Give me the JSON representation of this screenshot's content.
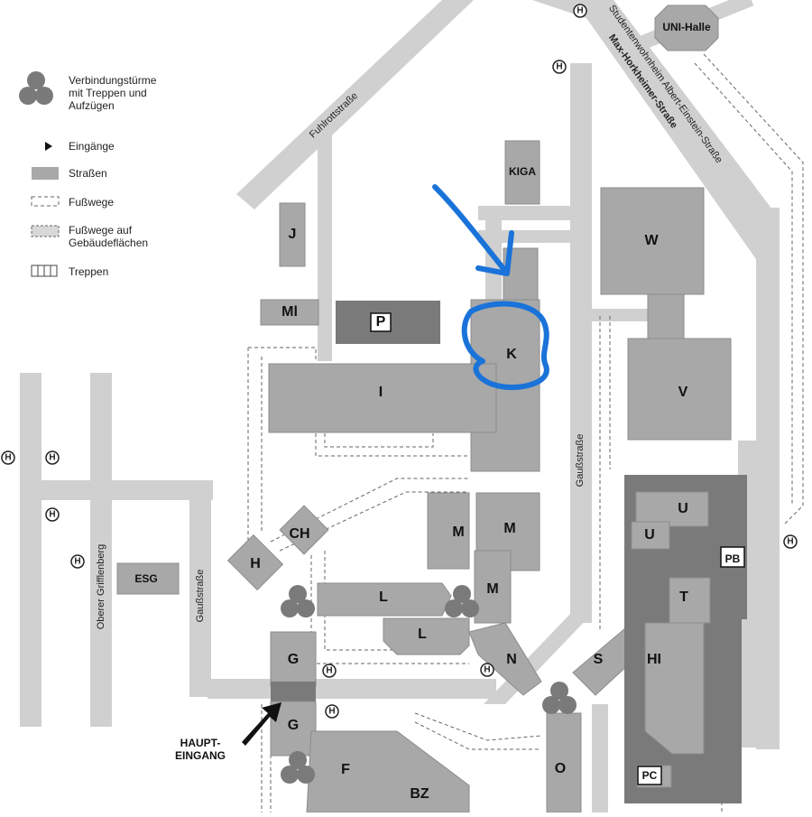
{
  "legend": {
    "towers": "Verbindungstürme mit Treppen und Aufzügen",
    "entrances": "Eingänge",
    "streets": "Straßen",
    "footpaths": "Fußwege",
    "footpaths_buildings": "Fußwege auf Gebäudeflächen",
    "stairs": "Treppen"
  },
  "streets": {
    "fuhlrott": "Fuhlrottstraße",
    "max_horkheimer": "Max-Horkheimer-Straße",
    "studentenwohnheim": "Studentenwohnheim Albert-Einstein-Straße",
    "gauss_east": "Gaußstraße",
    "gauss_west": "Gaußstraße",
    "oberer_grifflenberg": "Oberer Grifflenberg"
  },
  "buildings": {
    "uni_halle": "UNI-Halle",
    "kiga": "KIGA",
    "j": "J",
    "ml": "Ml",
    "p": "P",
    "k": "K",
    "w": "W",
    "v": "V",
    "i": "I",
    "ch": "CH",
    "h": "H",
    "esg": "ESG",
    "m1": "M",
    "m2": "M",
    "m3": "M",
    "u1": "U",
    "u2": "U",
    "pb": "PB",
    "t": "T",
    "l1": "L",
    "l2": "L",
    "g1": "G",
    "g2": "G",
    "n": "N",
    "s": "S",
    "hi": "HI",
    "f": "F",
    "bz": "BZ",
    "o": "O",
    "pc": "PC"
  },
  "haupteingang": [
    "HAUPT-",
    "EINGANG"
  ],
  "bus_stop_symbol": "H",
  "colors": {
    "building": "#a8a8a8",
    "building_dark": "#7a7a7a",
    "road": "#d0d0d0",
    "annotation": "#1a73d9",
    "arrow": "#111111"
  }
}
